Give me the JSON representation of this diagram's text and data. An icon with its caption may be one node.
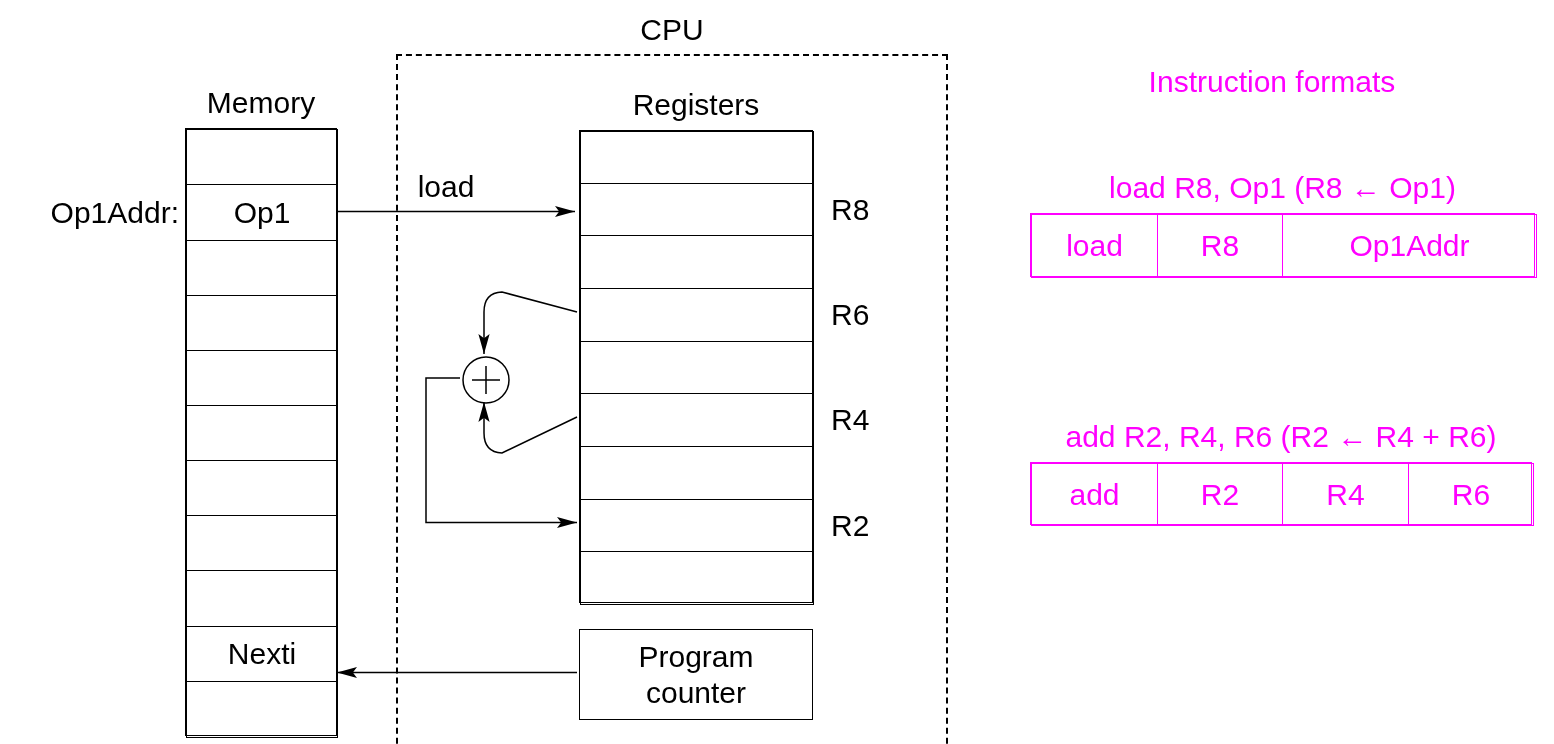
{
  "diagram": {
    "nodes": [
      {
        "text": [
          "CPU"
        ]
      },
      {
        "text": [
          "Memory"
        ]
      },
      {
        "text": [],
        "shape": "box",
        "in": 1
      },
      {
        "text": [
          "Op1"
        ],
        "in": 1,
        "beside": [
          "Op1Addr:"
        ]
      },
      {
        "text": [],
        "shape": "box",
        "in": 1
      },
      {
        "text": [],
        "shape": "box",
        "in": 1
      },
      {
        "text": [],
        "shape": "box",
        "in": 1
      },
      {
        "text": [],
        "shape": "box",
        "in": 1
      },
      {
        "text": [],
        "shape": "box",
        "in": 1
      },
      {
        "text": [],
        "shape": "box",
        "in": 1
      },
      {
        "text": [],
        "shape": "box",
        "in": 1
      },
      {
        "text": [
          "Nexti"
        ],
        "in": 1
      },
      {
        "text": [],
        "shape": "box",
        "in": 1
      },
      {
        "text": [
          "Registers"
        ],
        "in": 0
      },
      {
        "text": [],
        "shape": "box",
        "in": 13
      },
      {
        "text": [],
        "shape": "box",
        "in": 13,
        "beside": [
          "R8"
        ]
      },
      {
        "text": [],
        "shape": "box",
        "in": 13
      },
      {
        "text": [],
        "shape": "box",
        "in": 13,
        "beside": [
          "R6"
        ]
      },
      {
        "text": [],
        "shape": "box",
        "in": 13
      },
      {
        "text": [],
        "shape": "box",
        "in": 13,
        "beside": [
          "R4"
        ]
      },
      {
        "text": [],
        "shape": "box",
        "in": 13
      },
      {
        "text": [],
        "shape": "box",
        "in": 13,
        "beside": [
          "R2"
        ]
      },
      {
        "text": [],
        "shape": "box",
        "in": 13
      },
      {
        "text": [],
        "shape": "circle",
        "in": 0
      },
      {
        "text": [
          "Program counter"
        ],
        "in": 0
      },
      {
        "text": [
          "load R8, Op1 (R8 ← Op1)"
        ]
      },
      {
        "text": [
          "load"
        ],
        "in": 25
      },
      {
        "text": [
          "R8"
        ],
        "in": 25
      },
      {
        "text": [
          "Op1Addr"
        ],
        "in": 25
      },
      {
        "text": [
          "add R2, R4, R6 (R2 ← R4 + R6)"
        ]
      },
      {
        "text": [
          "add"
        ],
        "in": 29
      },
      {
        "text": [
          "R2"
        ],
        "in": 29
      },
      {
        "text": [
          "R4"
        ],
        "in": 29
      },
      {
        "text": [
          "R6"
        ],
        "in": 29
      }
    ],
    "edges": [
      {
        "from": 3,
        "to": 15,
        "label": "load",
        "arrow": "to"
      },
      {
        "from": 17,
        "to": 23,
        "arrow": "to"
      },
      {
        "from": 19,
        "to": 23,
        "arrow": "to"
      },
      {
        "from": 23,
        "to": 21,
        "arrow": "to"
      },
      {
        "from": 24,
        "to": 11,
        "arrow": "to"
      }
    ],
    "labels": [
      "Instruction formats"
    ]
  }
}
